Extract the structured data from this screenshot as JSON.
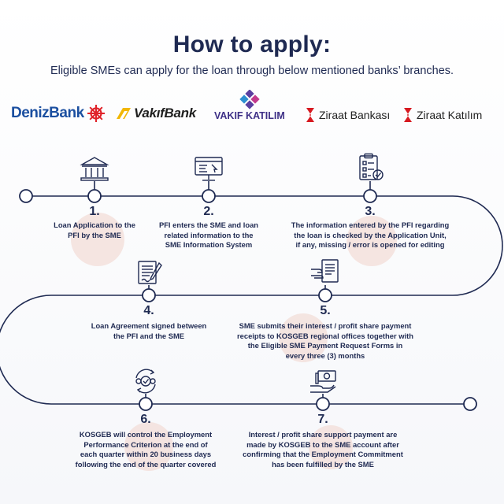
{
  "title": "How to apply:",
  "subtitle": "Eligible SMEs can apply for the loan through below mentioned banks’ branches.",
  "banks": [
    {
      "name": "DenizBank",
      "icon": "ship-wheel-icon"
    },
    {
      "name": "VakıfBank",
      "icon": "vakif-leaf-icon"
    },
    {
      "name": "VAKIF KATILIM",
      "icon": "diamond-cluster-icon"
    },
    {
      "name": "Ziraat Bankası",
      "icon": "ziraat-ribbon-icon"
    },
    {
      "name": "Ziraat Katılım",
      "icon": "ziraat-ribbon-icon"
    }
  ],
  "colors": {
    "navy": "#1f2a52",
    "deniz_blue": "#1b4fa0",
    "deniz_red": "#e0232a",
    "vakif_gold": "#f2b705",
    "vakifkatilim_purple": "#5a3fa0",
    "ziraat_red": "#d71920",
    "blob": "#f3e1dc"
  },
  "steps": [
    {
      "number": "1.",
      "text_lines": [
        "Loan Application to the",
        "PFI by the SME"
      ],
      "icon": "bank-building-icon"
    },
    {
      "number": "2.",
      "text_lines": [
        "PFI enters the SME and loan",
        "related information to the",
        "SME Information System"
      ],
      "icon": "computer-monitor-icon"
    },
    {
      "number": "3.",
      "text_lines": [
        "The information entered by the PFI regarding",
        "the loan is checked by the Application Unit,",
        "if any, missing / error is opened for editing"
      ],
      "icon": "checklist-clipboard-icon"
    },
    {
      "number": "4.",
      "text_lines": [
        "Loan Agreement signed between",
        "the PFI and the SME"
      ],
      "icon": "contract-signing-icon"
    },
    {
      "number": "5.",
      "text_lines": [
        "SME submits their interest / profit share payment",
        "receipts to KOSGEB regional offices together with",
        "the  Eligible SME Payment Request Forms in",
        "every three (3) months"
      ],
      "icon": "document-hand-icon"
    },
    {
      "number": "6.",
      "text_lines": [
        "KOSGEB will control the Employment",
        "Performance Criterion at the end of",
        "each quarter within 20 business days",
        "following the end of the quarter covered"
      ],
      "icon": "people-check-cycle-icon"
    },
    {
      "number": "7.",
      "text_lines": [
        "Interest / profit share support payment are",
        "made by KOSGEB to the SME account after",
        "confirming  that the Employment Commitment",
        "has been fulfilled by the SME"
      ],
      "icon": "money-hand-icon"
    }
  ]
}
